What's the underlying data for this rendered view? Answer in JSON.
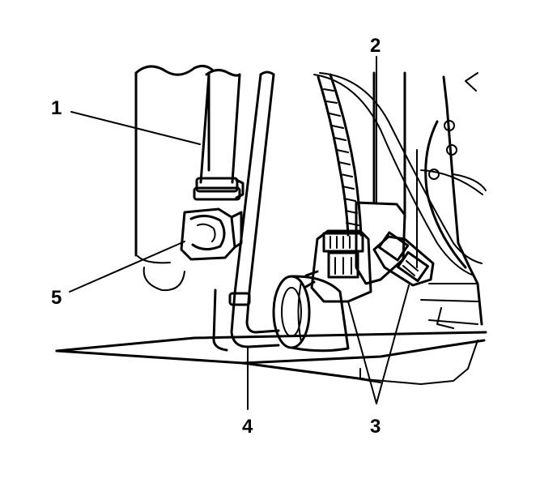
{
  "diagram": {
    "callouts": [
      {
        "id": "1",
        "label": "1"
      },
      {
        "id": "2",
        "label": "2"
      },
      {
        "id": "3",
        "label": "3"
      },
      {
        "id": "4",
        "label": "4"
      },
      {
        "id": "5",
        "label": "5"
      }
    ],
    "colors": {
      "line": "#000000",
      "background": "#ffffff",
      "shade": "#e8e8e8"
    }
  }
}
